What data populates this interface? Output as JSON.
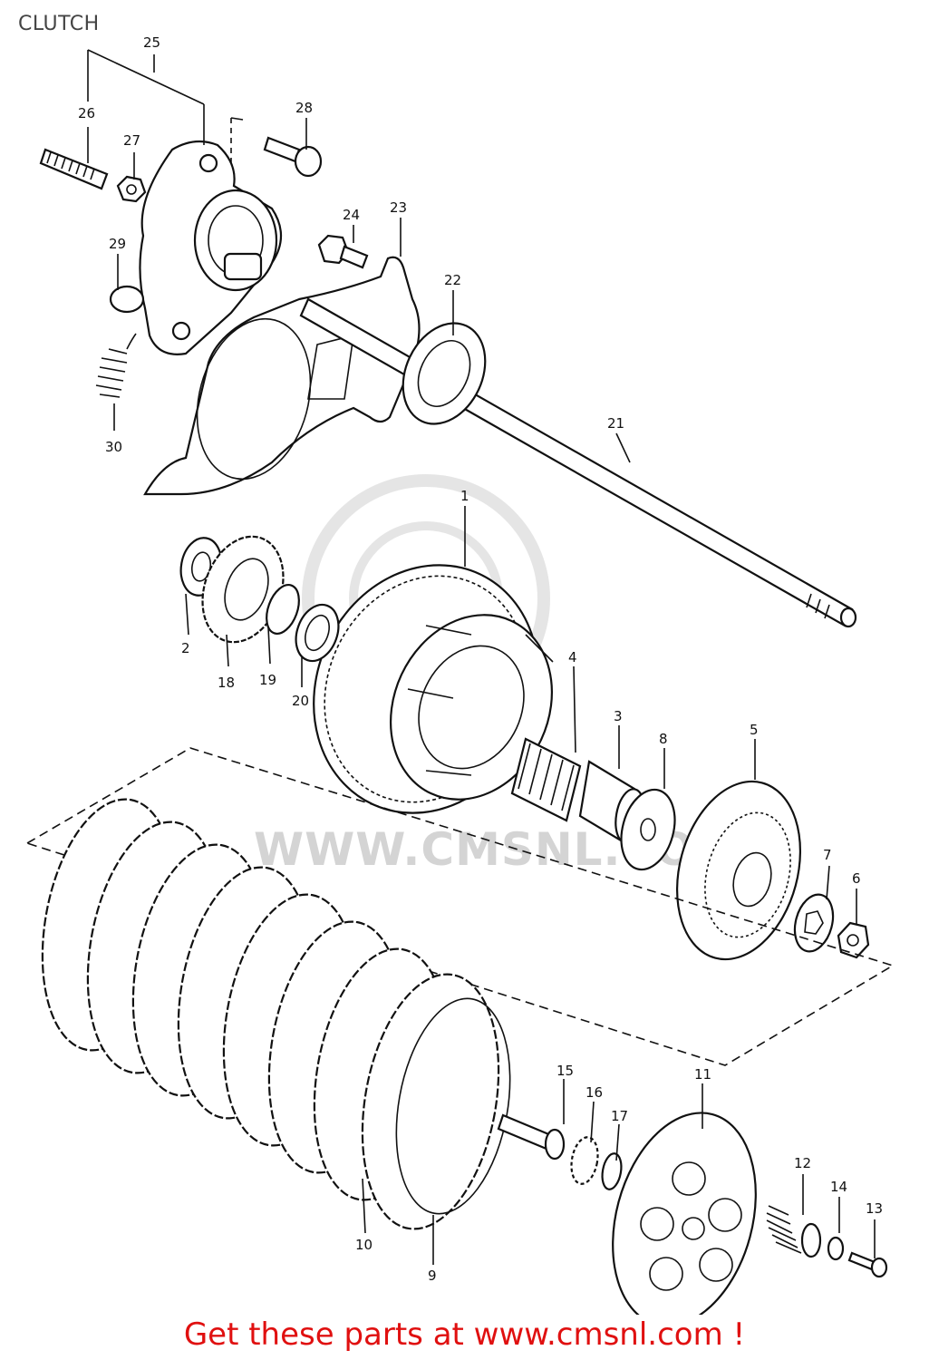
{
  "title": "CLUTCH",
  "watermark": "WWW.CMSNL.COM",
  "footer": "Get these parts at www.cmsnl.com !",
  "callouts": [
    "1",
    "2",
    "3",
    "4",
    "5",
    "6",
    "7",
    "8",
    "9",
    "10",
    "11",
    "12",
    "13",
    "14",
    "15",
    "16",
    "17",
    "18",
    "19",
    "20",
    "21",
    "22",
    "23",
    "24",
    "25",
    "26",
    "27",
    "28",
    "29",
    "30"
  ]
}
